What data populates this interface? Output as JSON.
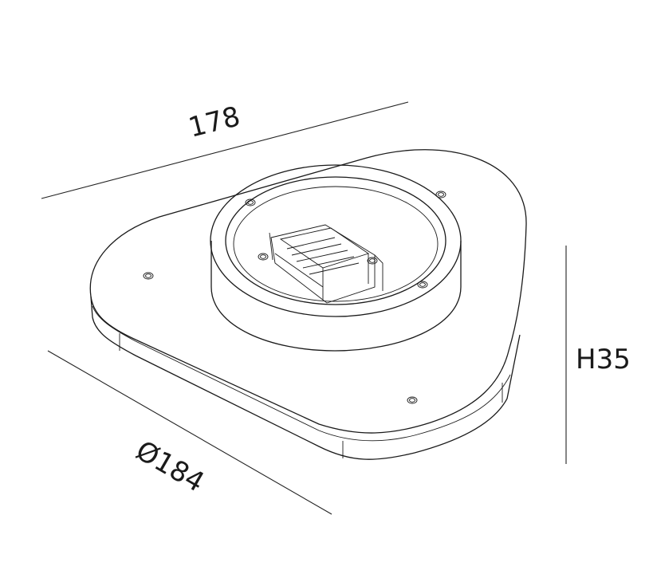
{
  "dimensions": {
    "length": "178",
    "diameter": "Ø184",
    "height": "H35"
  }
}
